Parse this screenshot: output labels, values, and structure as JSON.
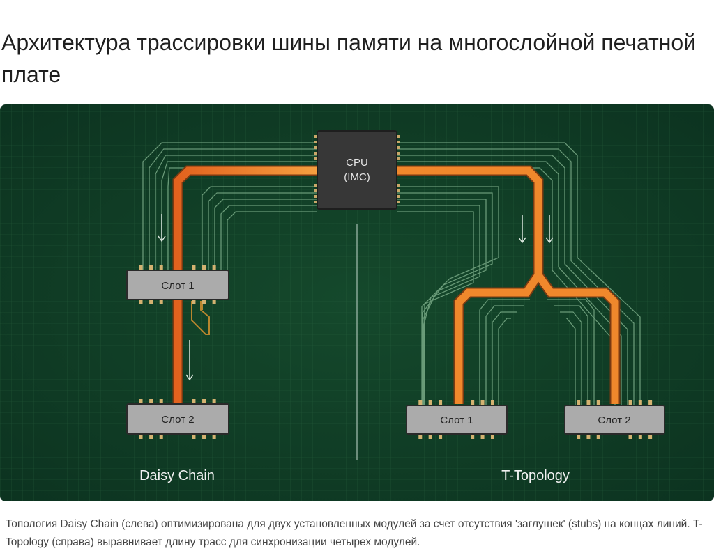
{
  "title": "Архитектура трассировки шины памяти на многослойной печатной плате",
  "diagram": {
    "cpu_line1": "CPU",
    "cpu_line2": "(IMC)",
    "daisy": {
      "label": "Daisy Chain",
      "slot1": "Слот 1",
      "slot2": "Слот 2"
    },
    "ttopo": {
      "label": "T-Topology",
      "slot1": "Слот 1",
      "slot2": "Слот 2"
    },
    "colors": {
      "board": "#103f25",
      "trace": "#f0882c",
      "chip": "#3a3a3a",
      "slot": "#a9a9a9"
    }
  },
  "caption": "Топология Daisy Chain (слева) оптимизирована для двух установленных модулей за счет отсутствия 'заглушек' (stubs) на концах линий. T-Topology (справа) выравнивает длину трасс для синхронизации четырех модулей."
}
